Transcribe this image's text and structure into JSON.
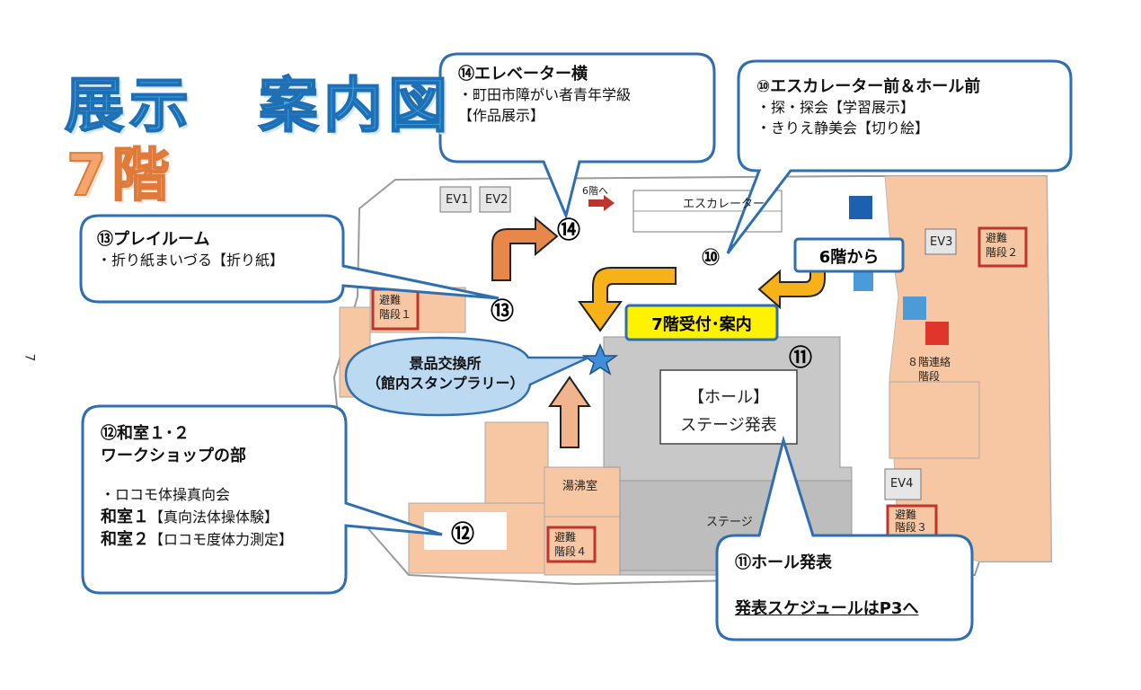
{
  "title": {
    "main": "展示　案内図",
    "floor": "7階"
  },
  "side_page_number": "7",
  "callouts": {
    "c14": {
      "head": "⑭エレベーター横",
      "lines": [
        "・町田市障がい者青年学級",
        "【作品展示】"
      ]
    },
    "c10": {
      "head": "⑩エスカレーター前＆ホール前",
      "lines": [
        "・探・探会【学習展示】",
        "・きりえ静美会【切り絵】"
      ]
    },
    "c13": {
      "head": "⑬プレイルーム",
      "lines": [
        "・折り紙まいづる【折り紙】"
      ]
    },
    "c12": {
      "head1": "⑫和室１･２",
      "head2": "ワークショップの部",
      "line1": "・ロコモ体操真向会",
      "r1_label": "和室１",
      "r1_text": "【真向法体操体験】",
      "r2_label": "和室２",
      "r2_text": "【ロコモ度体力測定】"
    },
    "c11": {
      "head": "⑪ホール発表",
      "link": "発表スケジュールはP3へ"
    },
    "prize": {
      "line1": "景品交換所",
      "line2": "（館内スタンプラリー）"
    }
  },
  "tags": {
    "from6": "6階から",
    "reception": "7階受付･案内"
  },
  "rooms": {
    "ev1": "EV1",
    "ev2": "EV2",
    "ev3": "EV3",
    "ev4": "EV4",
    "to6": "6階へ",
    "escalator": "エスカレーター",
    "stairs1a": "避難",
    "stairs1b": "階段１",
    "stairs2a": "避難",
    "stairs2b": "階段２",
    "stairs3a": "避難",
    "stairs3b": "階段３",
    "stairs4a": "避難",
    "stairs4b": "階段４",
    "yuwakashi": "湯沸室",
    "stage": "ステージ",
    "floor8a": "８階連絡",
    "floor8b": "階段",
    "hall1": "【ホール】",
    "hall2": "ステージ発表"
  },
  "numbers": {
    "n10": "⑩",
    "n11": "⑪",
    "n12": "⑫",
    "n13": "⑬",
    "n14": "⑭"
  },
  "colors": {
    "room_fill": "#f6c7a2",
    "callout_border": "#2f6fb0",
    "arrow_yellow": "#f7b21a",
    "arrow_orange": "#e8874a",
    "hall_gray": "#c8c8c8",
    "tag_yellow": "#fff200",
    "star_blue": "#3f8fd8",
    "stairs_red": "#c0342c"
  }
}
